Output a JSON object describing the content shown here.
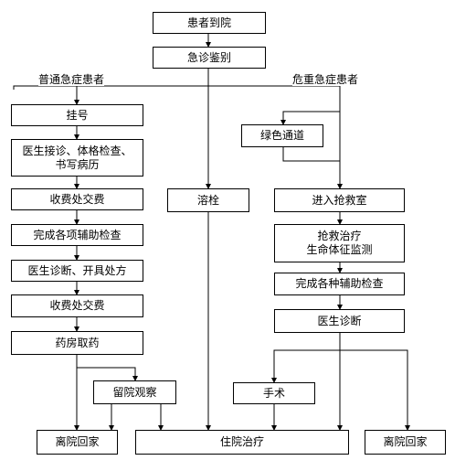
{
  "nodes": {
    "arrive": "患者到院",
    "triage": "急诊鉴别",
    "register": "挂号",
    "doctor_exam_line1": "医生接诊、体格检查、",
    "doctor_exam_line2": "书写病历",
    "pay1": "收费处交费",
    "aux_exams": "完成各项辅助检查",
    "diagnose_prescribe": "医生诊断、开具处方",
    "pay2": "收费处交费",
    "pharmacy": "药房取药",
    "observation": "留院观察",
    "leave_left": "离院回家",
    "green_channel": "绿色通道",
    "bath": "溶栓",
    "rescue_room": "进入抢救室",
    "rescue_line1": "抢救治疗",
    "rescue_line2": "生命体征监测",
    "all_aux": "完成各种辅助检查",
    "doctor_diagnosis": "医生诊断",
    "surgery": "手术",
    "hospitalize": "住院治疗",
    "leave_right": "离院回家"
  },
  "branches": {
    "normal": "普通急症患者",
    "critical": "危重急症患者"
  }
}
